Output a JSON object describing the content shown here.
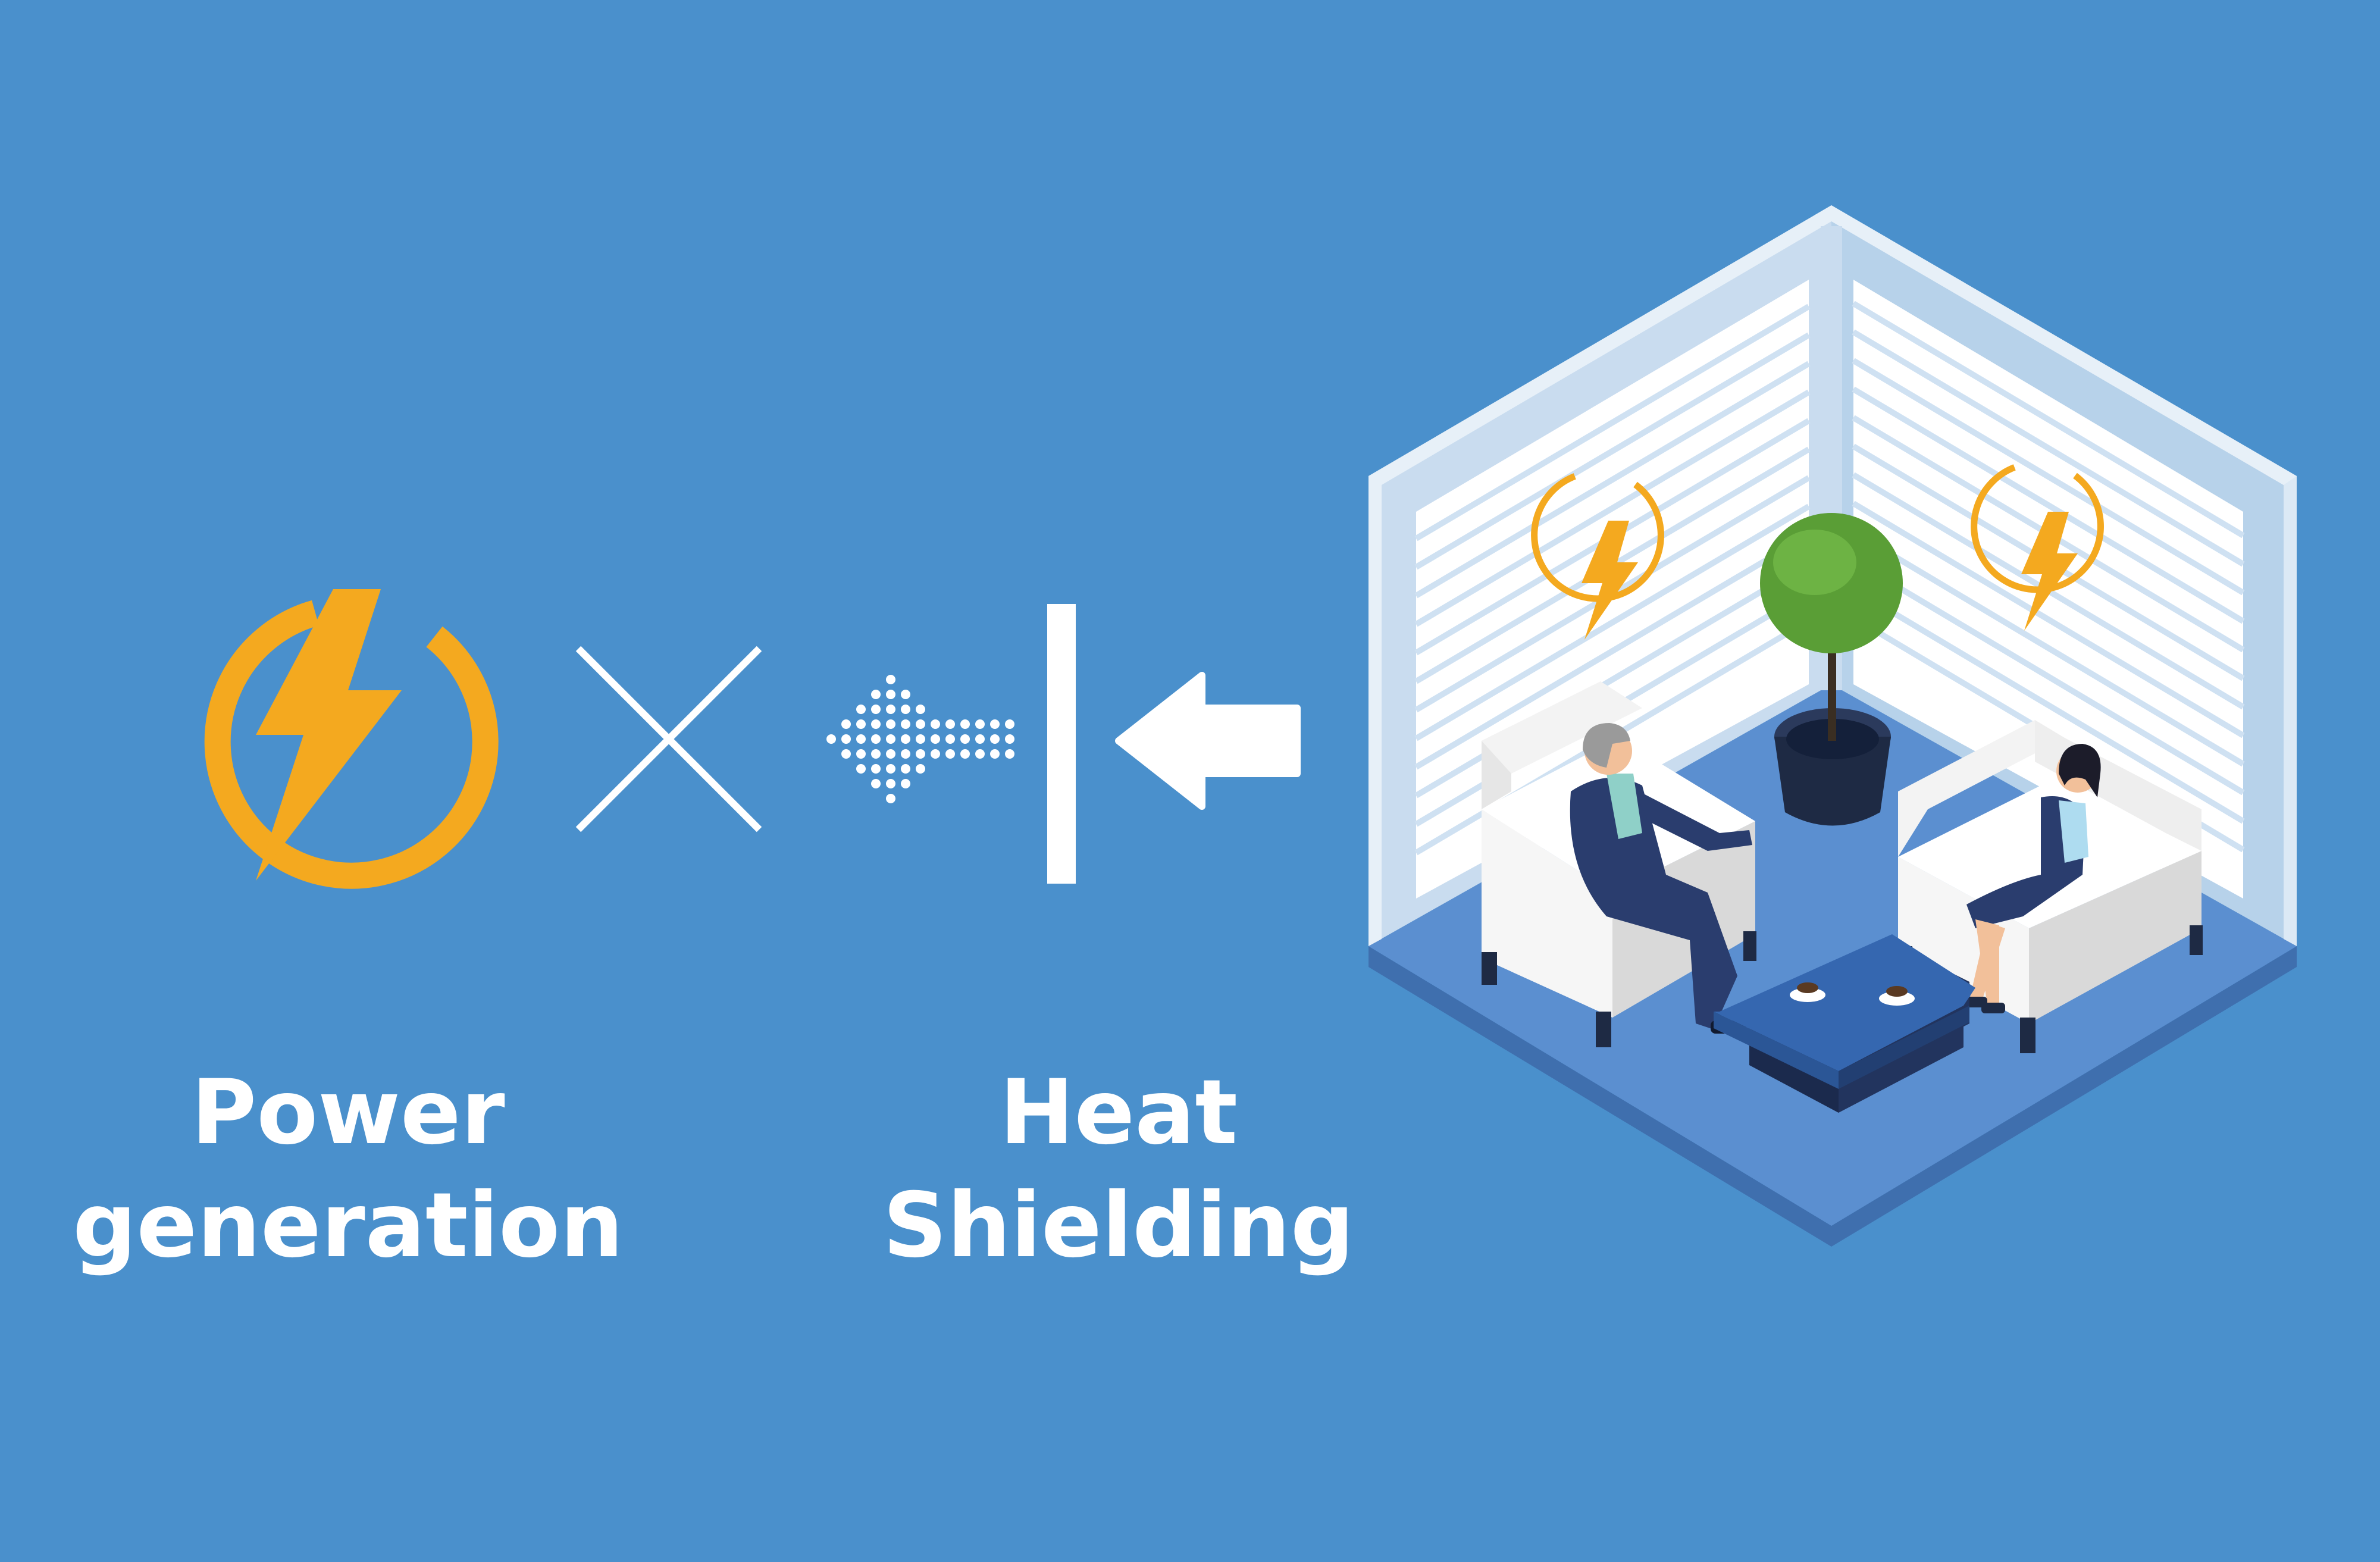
{
  "labels": {
    "power_line1": "Power",
    "power_line2": "generation",
    "heat_line1": "Heat",
    "heat_line2": "Shielding"
  },
  "colors": {
    "background": "#4a90cc",
    "power_orange": "#f4a91f",
    "white": "#ffffff",
    "room_floor": "#5b8fd0",
    "room_wall": "#dce9f5",
    "table_top": "#3567b0",
    "table_dark": "#22345e",
    "plant_green": "#5a9e36",
    "pot_dark": "#1e2a44",
    "suit_navy": "#2a3d6e"
  },
  "icons": {
    "power": "power-lightning-icon",
    "multiply": "multiply-icon",
    "dotted_arrow": "dotted-arrow-left-icon",
    "barrier": "barrier-bar-icon",
    "solid_arrow": "arrow-left-icon",
    "room": "isometric-room-illustration"
  }
}
